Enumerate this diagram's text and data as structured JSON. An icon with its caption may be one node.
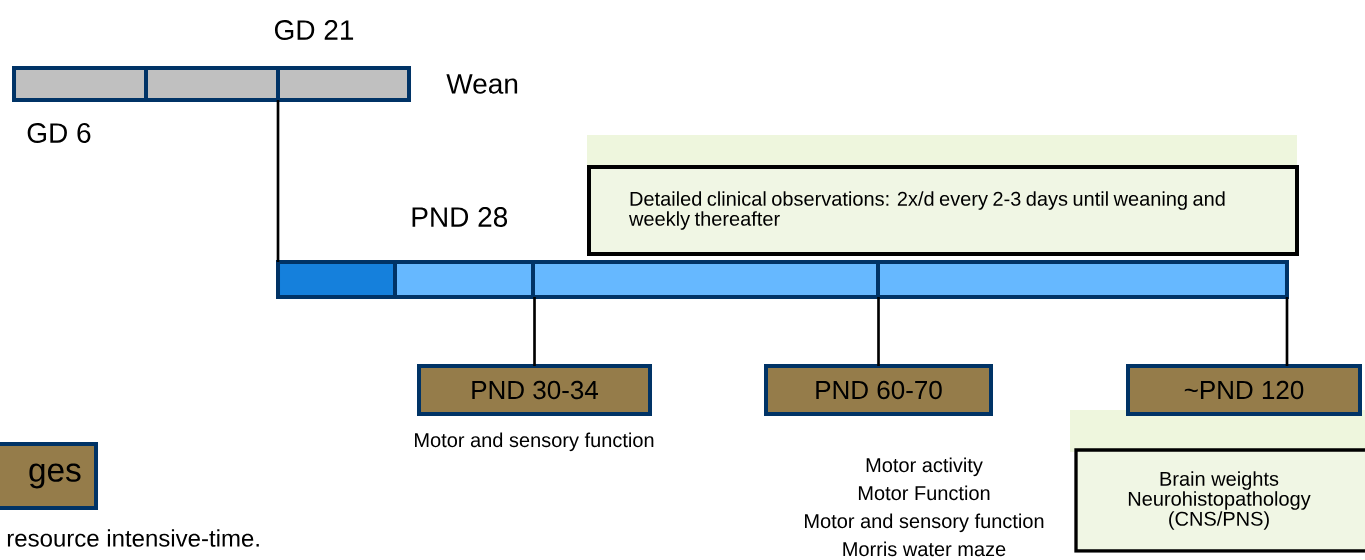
{
  "diagram": {
    "nodes": [
      {
        "text": [],
        "shape": "bar"
      },
      {
        "text": [],
        "shape": "bar"
      },
      {
        "text": [
          "Detailed clinical observations: 2x/d every 2-3 days until weaning and weekly thereafter"
        ]
      },
      {
        "text": [
          "PND 30-34"
        ],
        "beside": [
          "Motor and sensory function"
        ]
      },
      {
        "text": [
          "PND 60-70"
        ],
        "beside": [
          "Motor activity",
          "Motor Function",
          "Motor and sensory function",
          "Morris water maze"
        ]
      },
      {
        "text": [
          "~PND 120"
        ]
      },
      {
        "text": [
          "Brain weights",
          "Neurohistopathology",
          "(CNS/PNS)"
        ]
      },
      {
        "text": [
          "ges"
        ]
      }
    ],
    "edges": [
      {
        "from": 0,
        "to": 1,
        "arrow": "none"
      },
      {
        "from": 1,
        "to": 3,
        "arrow": "none"
      },
      {
        "from": 1,
        "to": 4,
        "arrow": "none"
      },
      {
        "from": 1,
        "to": 5,
        "arrow": "none"
      }
    ],
    "labels": [
      "GD 21",
      "Wean",
      "GD 6",
      "PND 28",
      "resource intensive-time."
    ]
  }
}
